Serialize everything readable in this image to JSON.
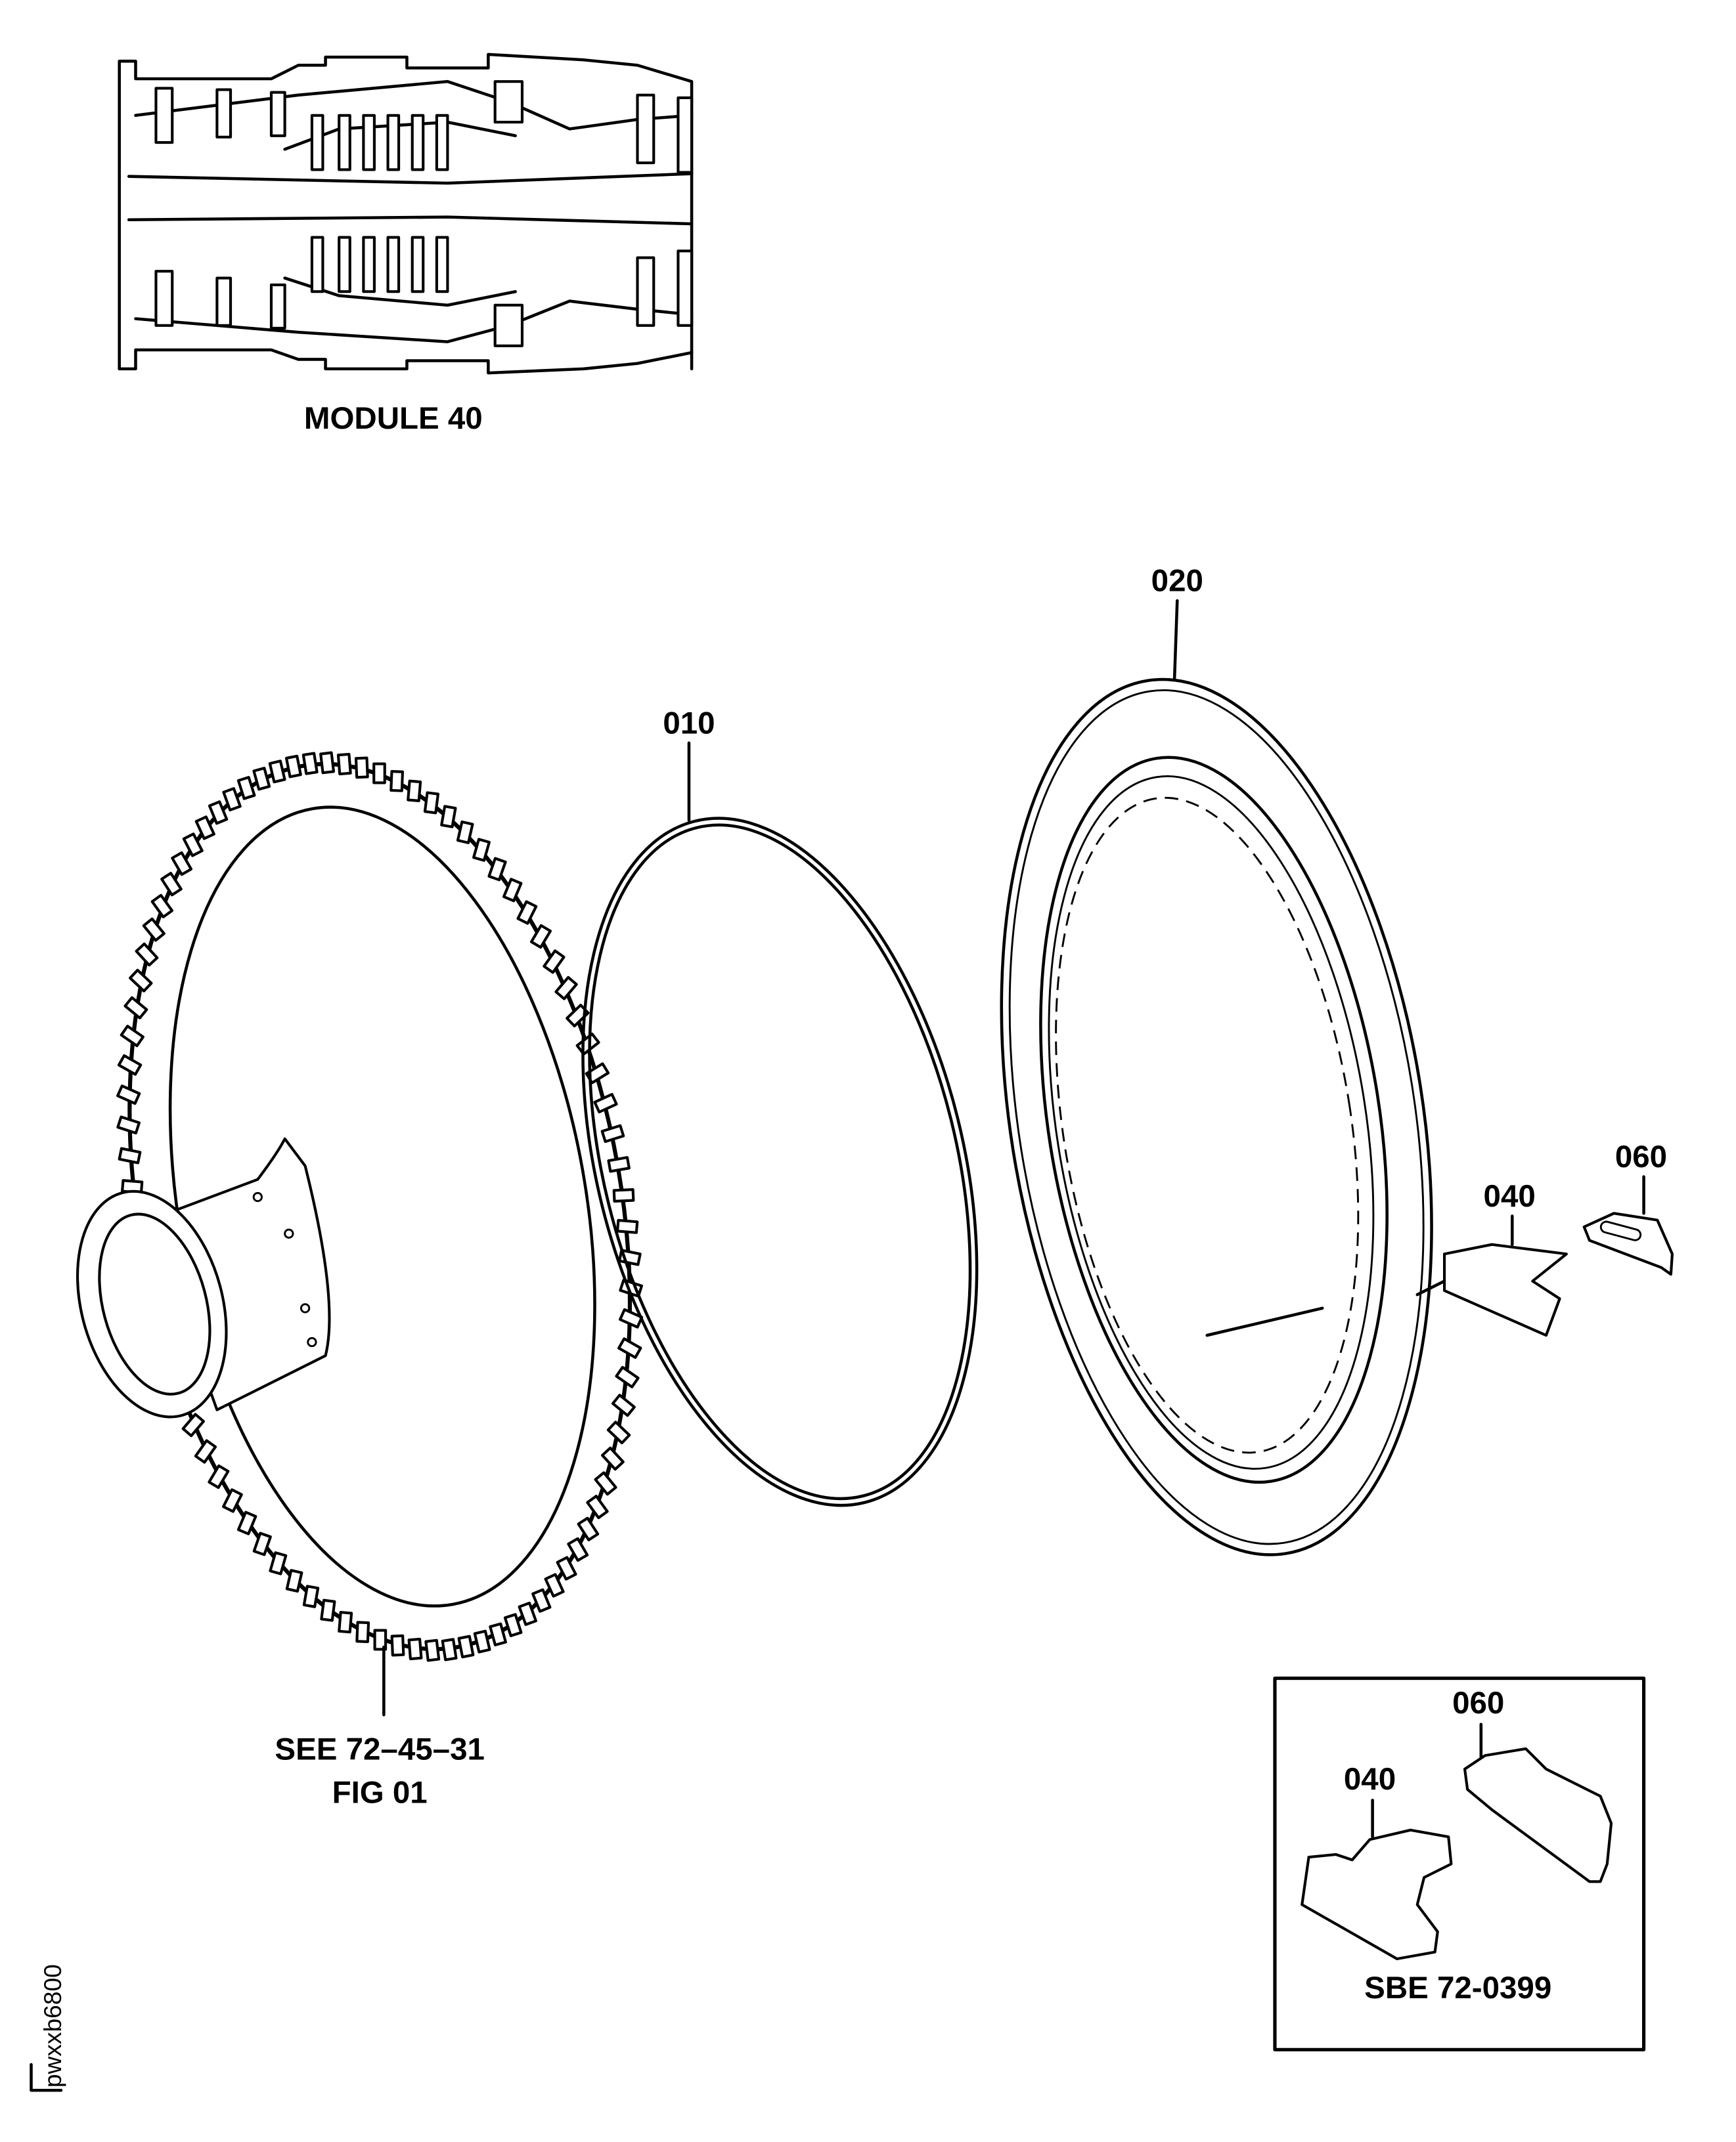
{
  "module_label": "MODULE 40",
  "items": {
    "p010": "010",
    "p020": "020",
    "p040": "040",
    "p060": "060"
  },
  "reference": {
    "line1": "SEE 72–45–31",
    "line2": "FIG 01"
  },
  "inset": {
    "p060": "060",
    "p040": "040",
    "caption": "SBE 72-0399"
  },
  "figure_id": "pwxxb6800"
}
